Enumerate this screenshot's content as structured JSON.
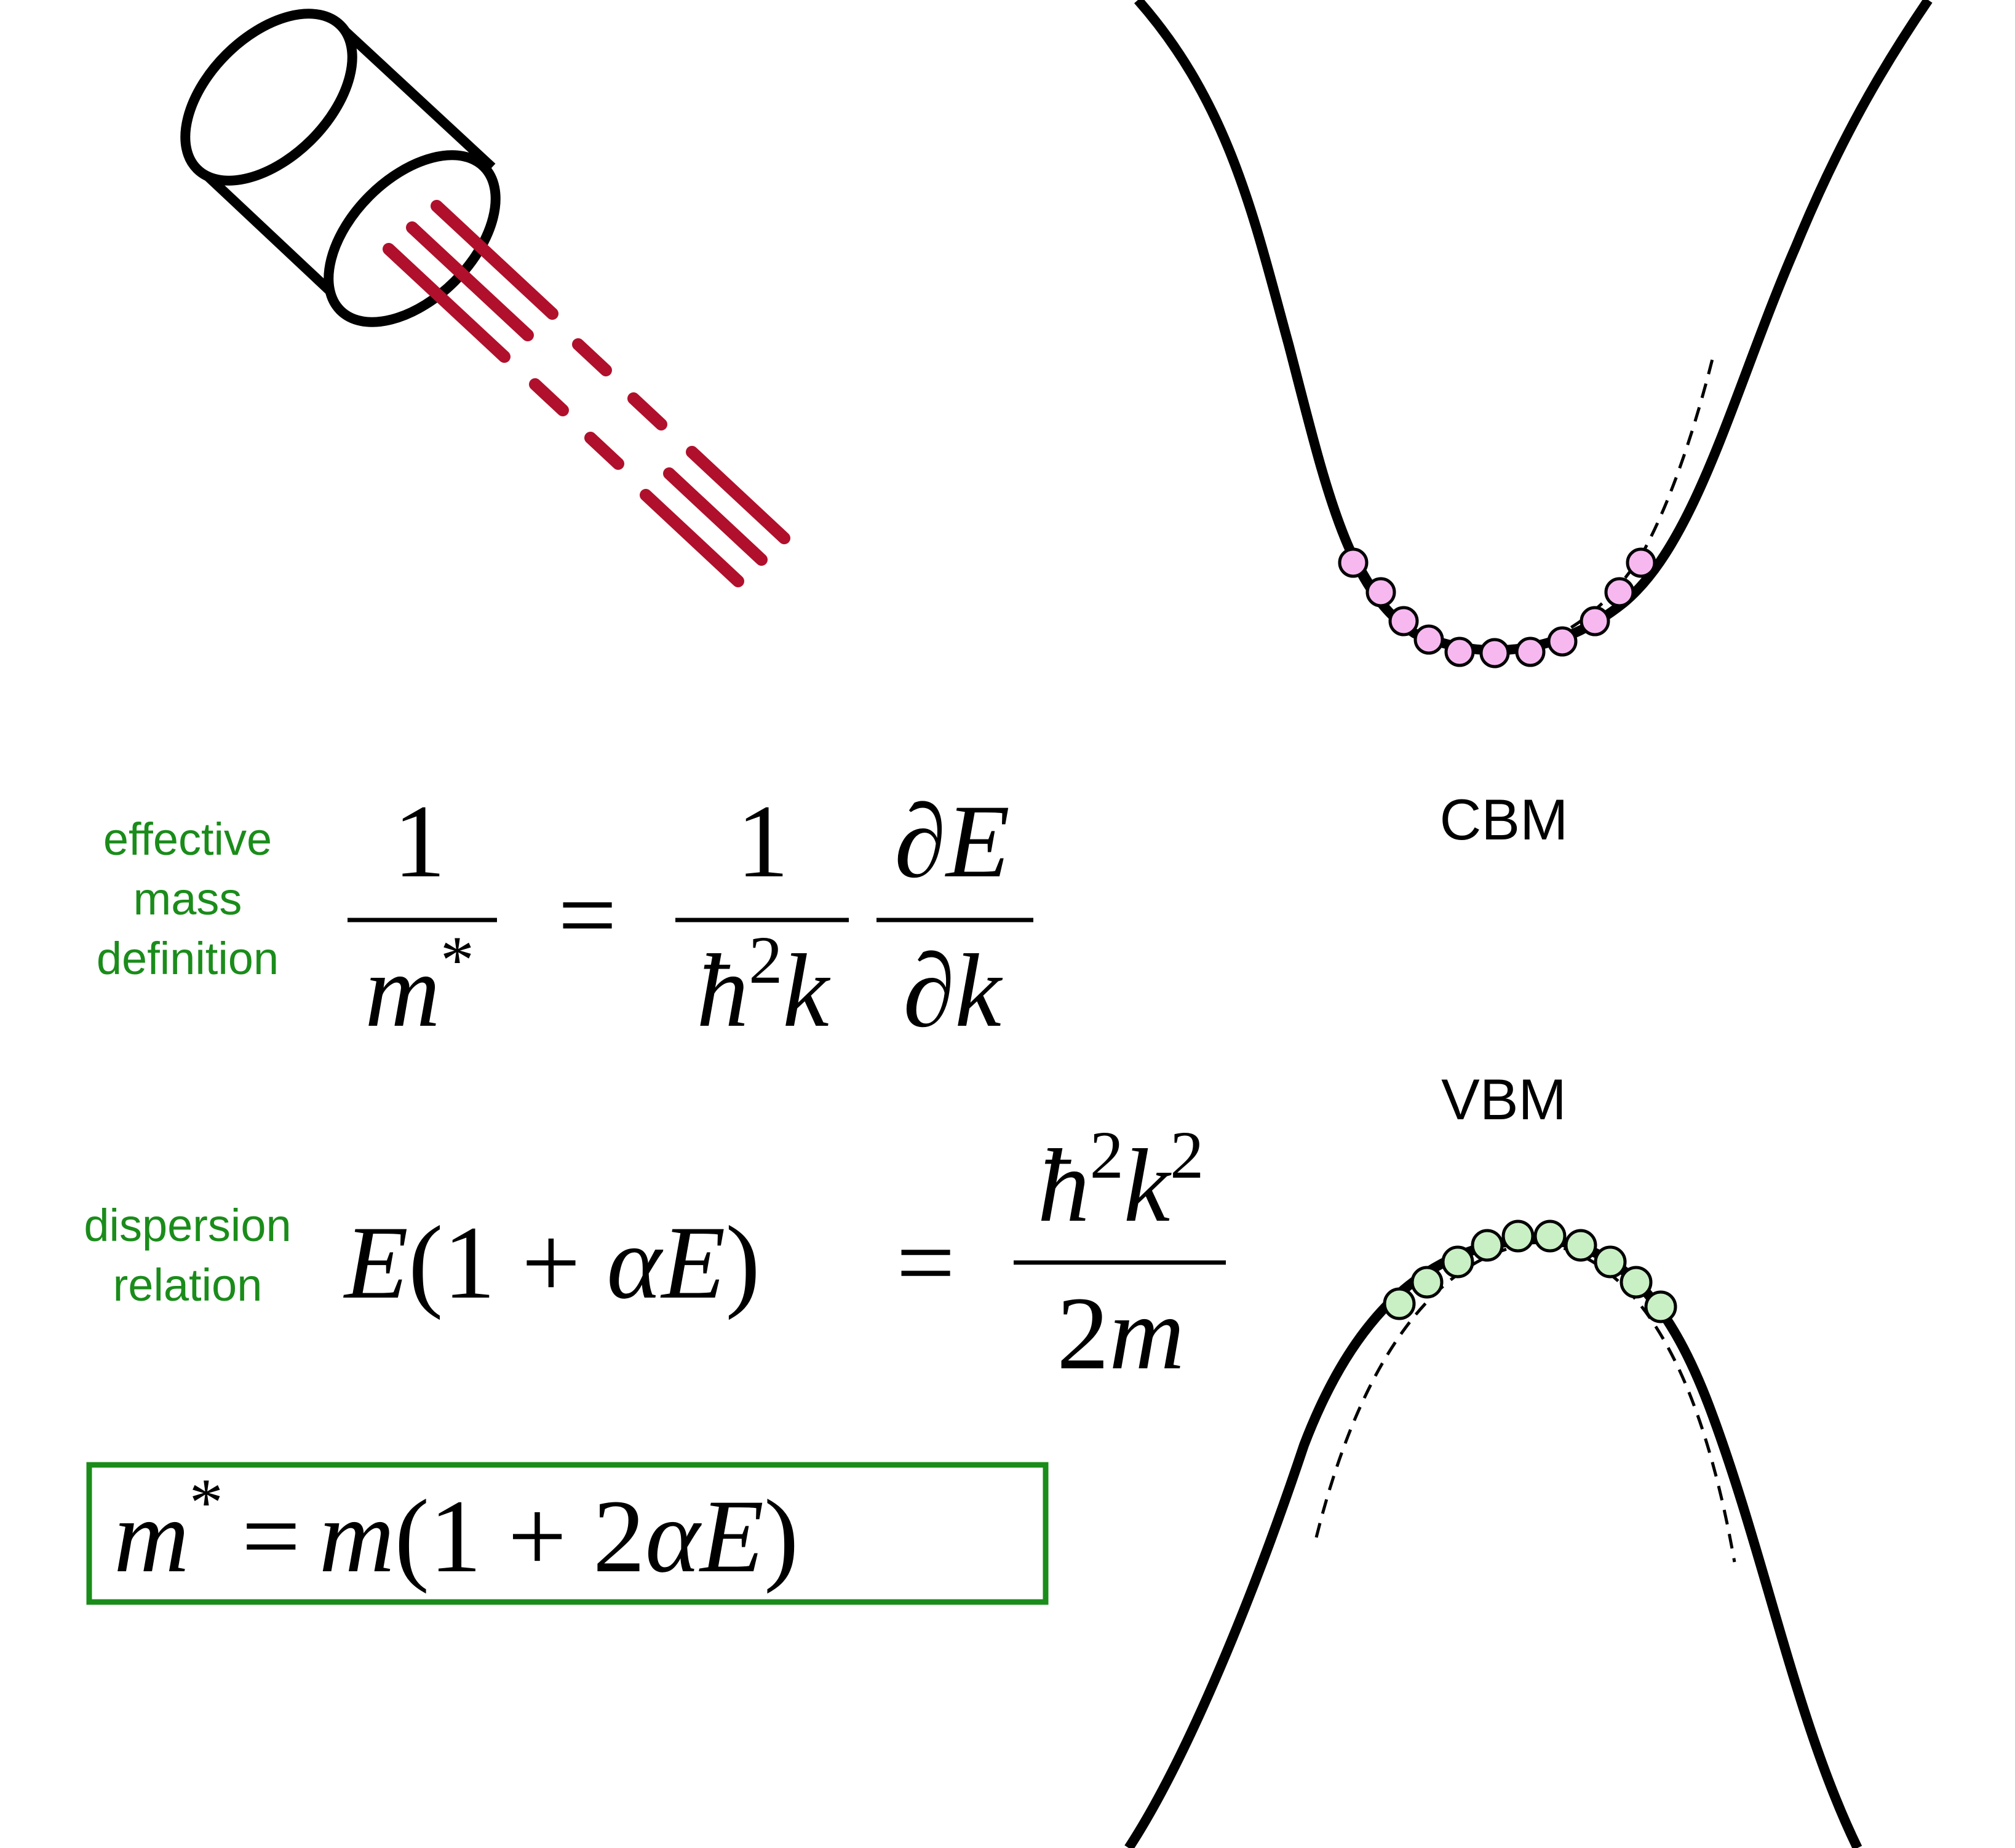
{
  "labels": {
    "cbm": "CBM",
    "vbm": "VBM",
    "effective_mass_definition": [
      "effective",
      "mass",
      "definition"
    ],
    "dispersion_relation": [
      "dispersion",
      "relation"
    ]
  },
  "equations": {
    "effective_mass": {
      "lhs_num": "1",
      "lhs_den_var": "m",
      "lhs_den_sup": "*",
      "equals": "=",
      "rhs1_num": "1",
      "rhs1_den_hbar": "ħ",
      "rhs1_den_sup": "2",
      "rhs1_den_k": "k",
      "rhs2_num_partial": "∂",
      "rhs2_num_E": "E",
      "rhs2_den_partial": "∂",
      "rhs2_den_k": "k"
    },
    "dispersion": {
      "lhs_E": "E",
      "lhs_open": "(1 + ",
      "lhs_alpha": "α",
      "lhs_E2": "E",
      "lhs_close": ")",
      "equals": "=",
      "num_hbar": "ħ",
      "num_sup1": "2",
      "num_k": "k",
      "num_sup2": "2",
      "den_2": "2",
      "den_m": "m"
    },
    "result": {
      "m": "m",
      "sup": "*",
      "equals": "=",
      "m2": "m",
      "open": "(1 + 2",
      "alpha": "α",
      "E": "E",
      "close": ")"
    }
  },
  "colors": {
    "label_green": "#1a8c1a",
    "box_green": "#1a8c1a",
    "laser_red": "#b0102c",
    "cbm_points": "#f7b8f0",
    "vbm_points": "#c9f0c4",
    "curve": "#000000"
  },
  "icons": [
    "laser-source-icon"
  ]
}
